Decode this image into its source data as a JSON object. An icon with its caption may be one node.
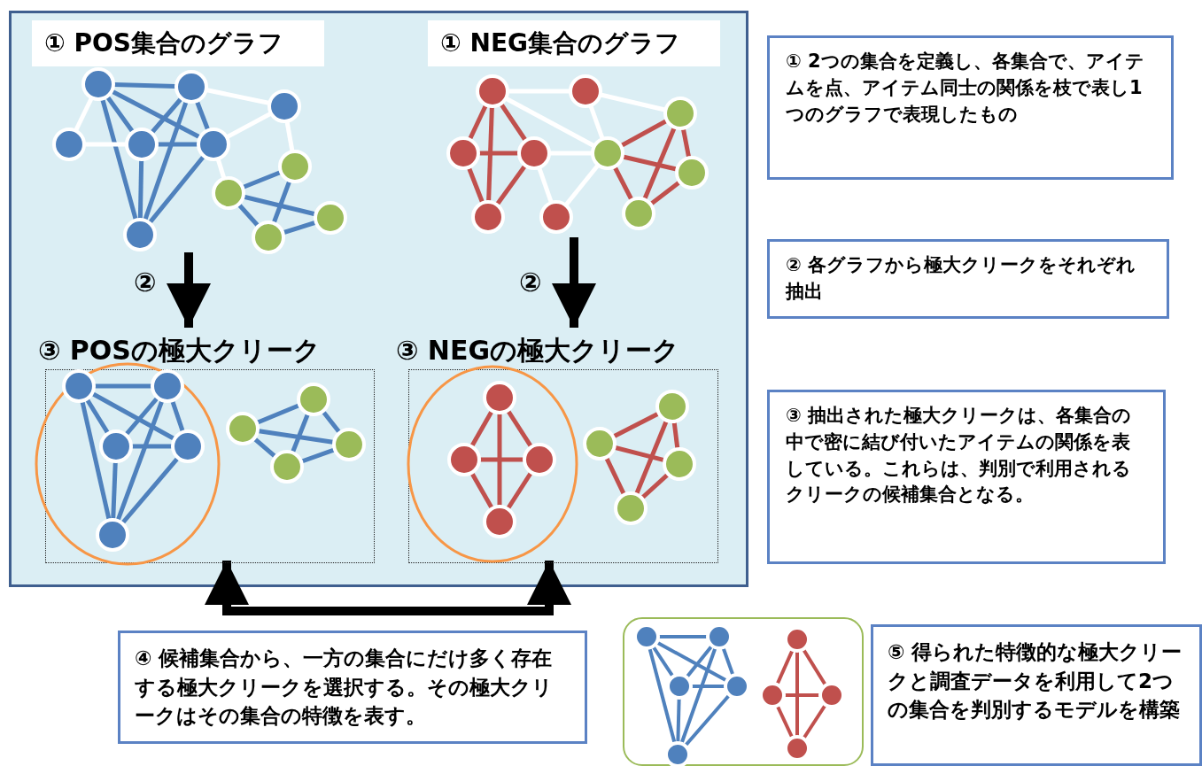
{
  "diagram": {
    "nodes": [
      {
        "text": [],
        "shape": "box"
      },
      {
        "text": [
          "① POS集合のグラフ"
        ],
        "in": 0
      },
      {
        "text": [
          "① NEG集合のグラフ"
        ],
        "in": 0
      },
      {
        "text": [],
        "shape": "picture",
        "in": 0
      },
      {
        "text": [],
        "shape": "picture",
        "in": 0
      },
      {
        "text": [
          "③ POSの極大クリーク"
        ],
        "in": 0
      },
      {
        "text": [
          "③ NEGの極大クリーク"
        ],
        "in": 0
      },
      {
        "text": [],
        "shape": "box",
        "in": 0
      },
      {
        "text": [],
        "shape": "box",
        "in": 0
      },
      {
        "text": [
          "① 2つの集合を定義し、各集合で、アイテムを点、アイテム同士の関係を枝で表し1つのグラフで表現したもの"
        ]
      },
      {
        "text": [
          "② 各グラフから極大クリークをそれぞれ抽出"
        ]
      },
      {
        "text": [
          "③ 抽出された極大クリークは、各集合の中で密に結び付いたアイテムの関係を表している。これらは、判別で利用されるクリークの候補集合となる。"
        ]
      },
      {
        "text": [
          "④ 候補集合から、一方の集合にだけ多く存在する極大クリークを選択する。その極大クリークはその集合の特徴を表す。"
        ]
      },
      {
        "text": [],
        "shape": "box"
      },
      {
        "text": [
          "⑤ 得られた特徴的な極大クリークと調査データを利用して2つの集合を判別するモデルを構築"
        ]
      }
    ],
    "edges": [
      {
        "from": 3,
        "to": 5,
        "arrow": "to",
        "label": "②"
      },
      {
        "from": 4,
        "to": 6,
        "arrow": "to",
        "label": "②"
      },
      {
        "from": null,
        "to": 7,
        "arrow": "to"
      },
      {
        "from": null,
        "to": 8,
        "arrow": "to"
      }
    ]
  }
}
